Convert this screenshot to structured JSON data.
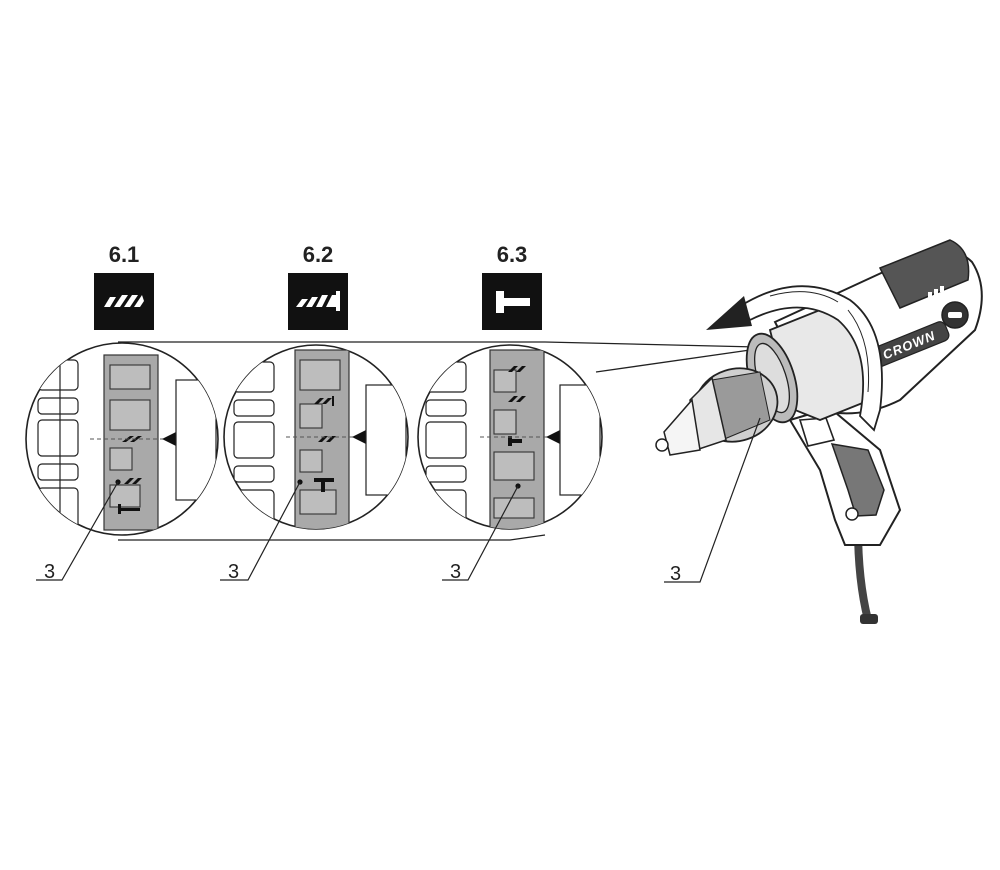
{
  "steps": [
    {
      "label": "6.1",
      "mode_icon": "drill-bit-icon"
    },
    {
      "label": "6.2",
      "mode_icon": "screw-icon"
    },
    {
      "label": "6.3",
      "mode_icon": "hammer-icon"
    }
  ],
  "callouts": [
    "3",
    "3",
    "3",
    "3"
  ],
  "brand": "CROWN",
  "colors": {
    "line": "#222222",
    "ring": "#a9a9a9",
    "ring_dark": "#555555",
    "icon_bg": "#111111",
    "grip": "#777777"
  }
}
